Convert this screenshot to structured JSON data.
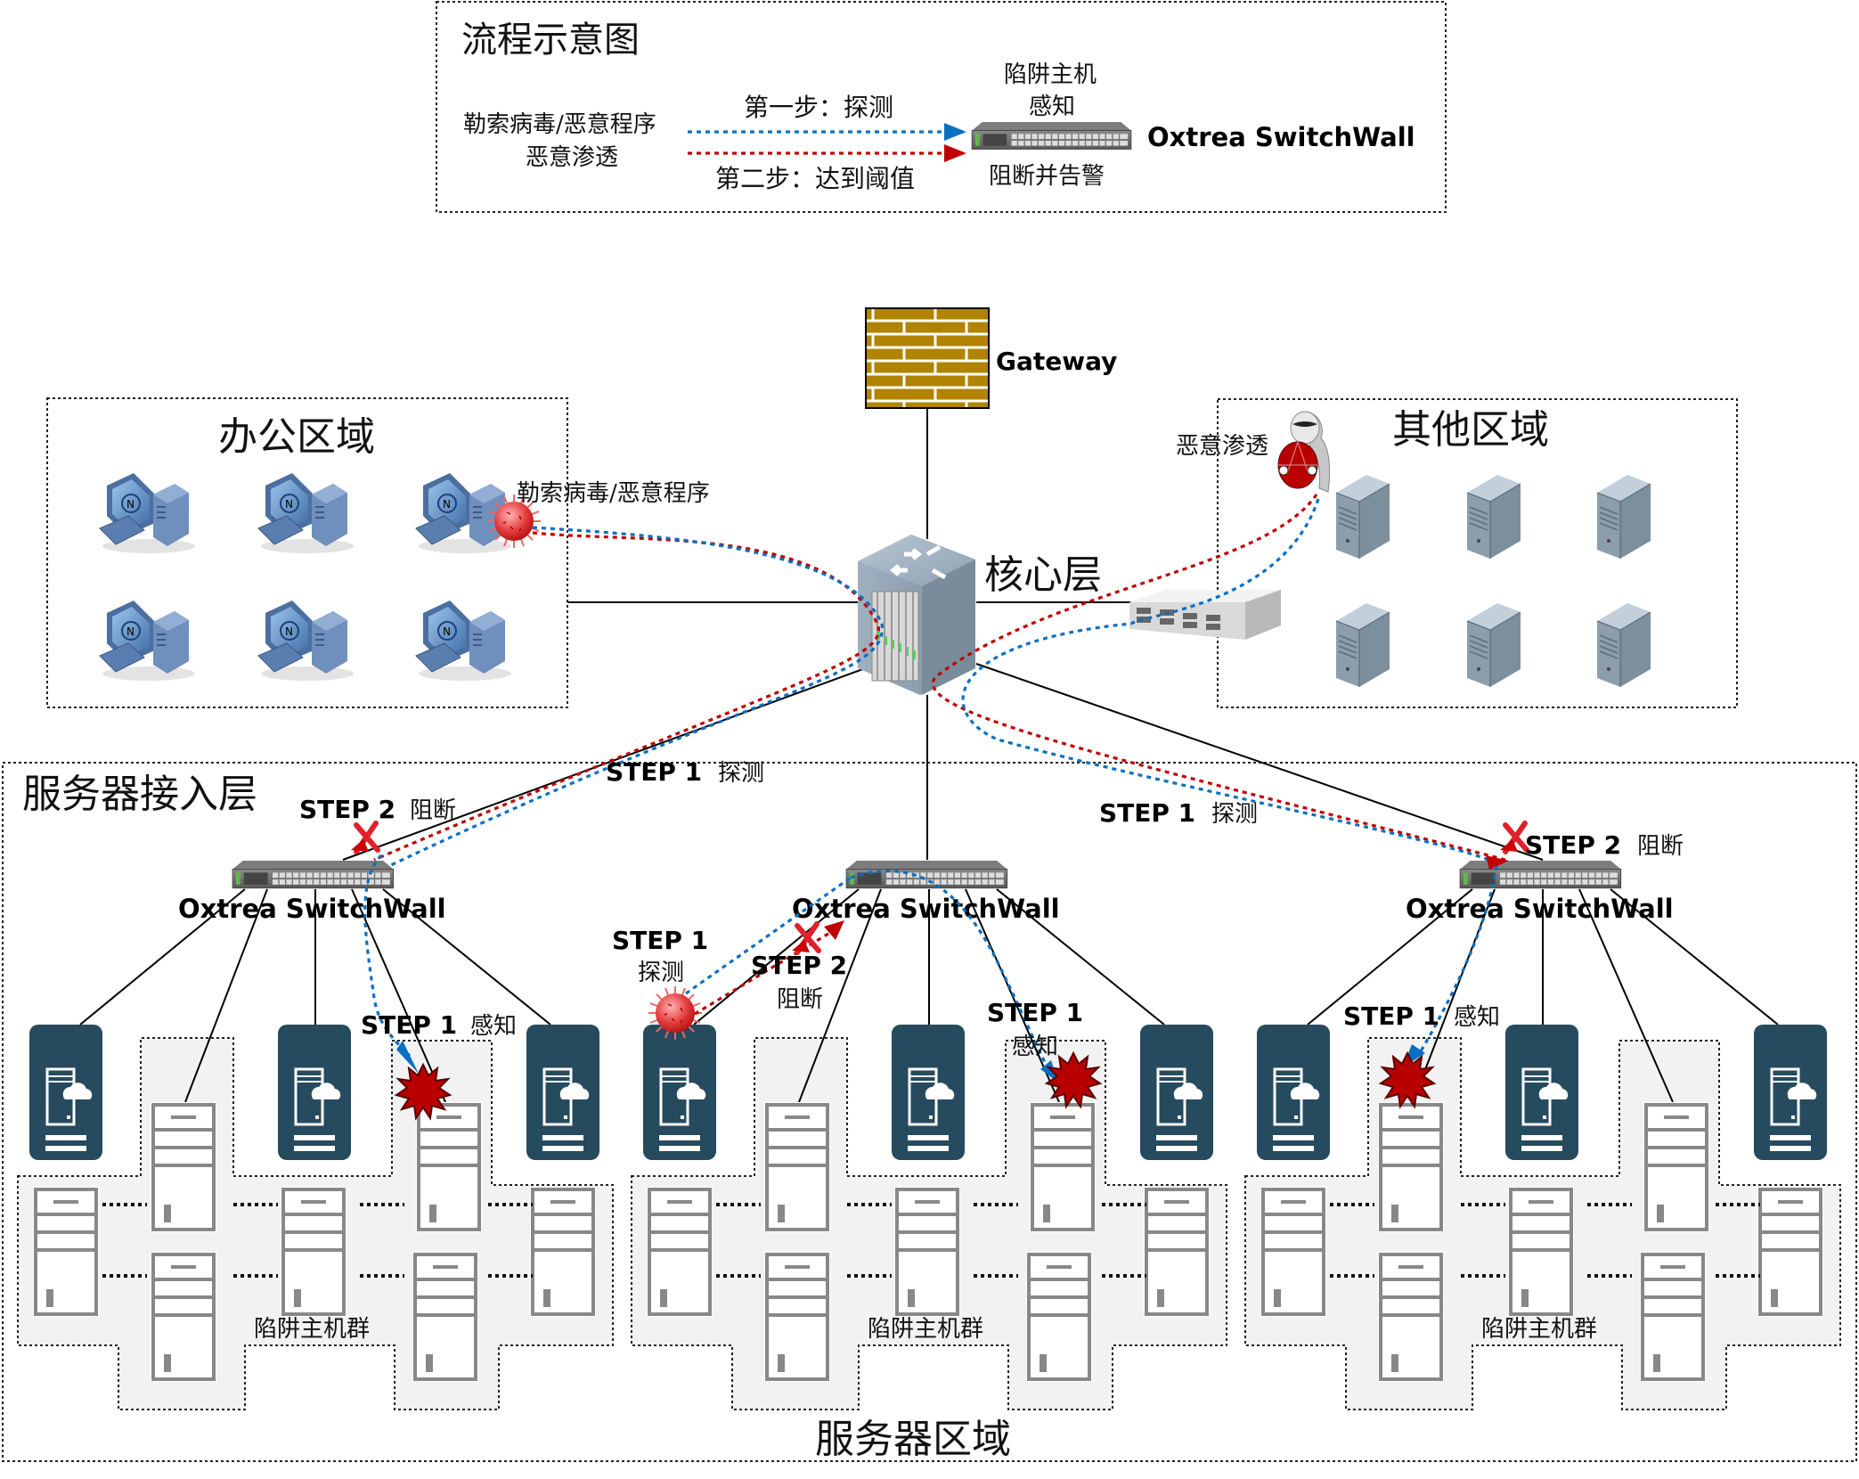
{
  "legend": {
    "title": "流程示意图",
    "source_line1": "勒索病毒/恶意程序",
    "source_line2": "恶意渗透",
    "step1_label": "第一步：探测",
    "step2_label": "第二步：达到阈值",
    "device_top_line1": "陷阱主机",
    "device_top_line2": "感知",
    "device_bottom": "阻断并告警",
    "device_name": "Oxtrea SwitchWall",
    "colors": {
      "step1": "#0a6fc2",
      "step2": "#c00000"
    }
  },
  "gateway": {
    "label": "Gateway"
  },
  "core": {
    "label": "核心层"
  },
  "office_zone": {
    "title": "办公区域",
    "infected_label": "勒索病毒/恶意程序",
    "pc_count": 6
  },
  "other_zone": {
    "title": "其他区域",
    "attacker_label": "恶意渗透",
    "server_count": 6
  },
  "server_access": {
    "title": "服务器接入层",
    "switches": [
      {
        "name": "Oxtrea SwitchWall",
        "step2_label": "STEP 2",
        "step2_text": "阻断",
        "sense_label": "STEP 1",
        "sense_text": "感知",
        "trap_label": "陷阱主机群"
      },
      {
        "name": "Oxtrea SwitchWall",
        "probe_label": "STEP 1",
        "probe_text": "探测",
        "step2_label": "STEP 2",
        "step2_text": "阻断",
        "sense_label": "STEP 1",
        "sense_text": "感知",
        "trap_label": "陷阱主机群"
      },
      {
        "name": "Oxtrea SwitchWall",
        "step2_label": "STEP 2",
        "step2_text": "阻断",
        "sense_label": "STEP 1",
        "sense_text": "感知",
        "trap_label": "陷阱主机群"
      }
    ],
    "probe_left": {
      "label": "STEP 1",
      "text": "探测"
    },
    "probe_right": {
      "label": "STEP 1",
      "text": "探测"
    }
  },
  "server_zone": {
    "title": "服务器区域"
  }
}
